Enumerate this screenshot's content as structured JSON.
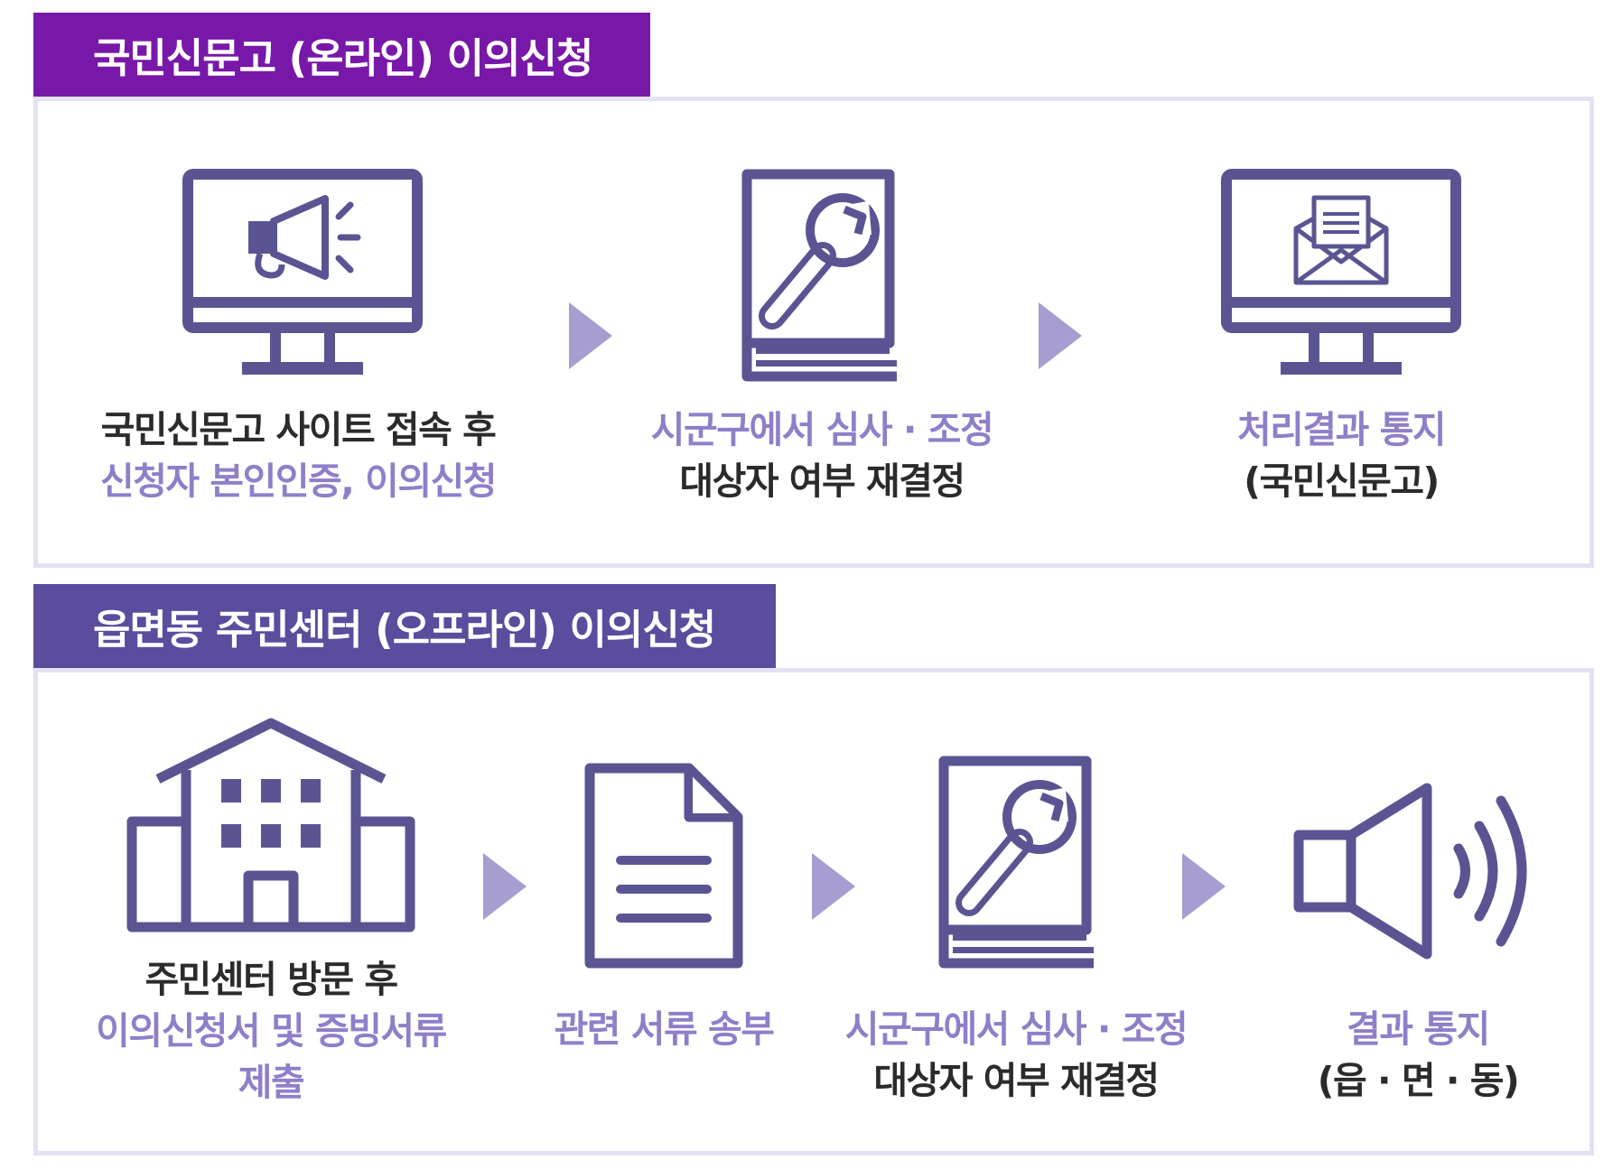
{
  "colors": {
    "online_header": "#7818a8",
    "offline_header": "#5b4c9e",
    "icon": "#5a5592",
    "arrow": "#a79dd1",
    "accent_text": "#8f7fc9",
    "dark_text": "#2b2b2b",
    "panel_border": "#e5e1f4"
  },
  "online": {
    "title": "국민신문고 (온라인) 이의신청",
    "steps": [
      {
        "icon": "monitor-megaphone-icon",
        "line1": "국민신문고 사이트 접속 후",
        "line2": "신청자 본인인증, 이의신청"
      },
      {
        "icon": "wrench-book-icon",
        "line1": "시군구에서 심사 · 조정",
        "line2": "대상자 여부 재결정"
      },
      {
        "icon": "monitor-envelope-icon",
        "line1": "처리결과 통지",
        "line2": "(국민신문고)"
      }
    ]
  },
  "offline": {
    "title": "읍면동 주민센터 (오프라인) 이의신청",
    "steps": [
      {
        "icon": "building-icon",
        "line1": "주민센터 방문 후",
        "line2": "이의신청서 및 증빙서류",
        "line3": "제출"
      },
      {
        "icon": "document-icon",
        "line1": "관련 서류 송부"
      },
      {
        "icon": "wrench-book-icon",
        "line1": "시군구에서 심사 · 조정",
        "line2": "대상자 여부 재결정"
      },
      {
        "icon": "speaker-icon",
        "line1": "결과 통지",
        "line2": "(읍 · 면 · 동)"
      }
    ]
  }
}
